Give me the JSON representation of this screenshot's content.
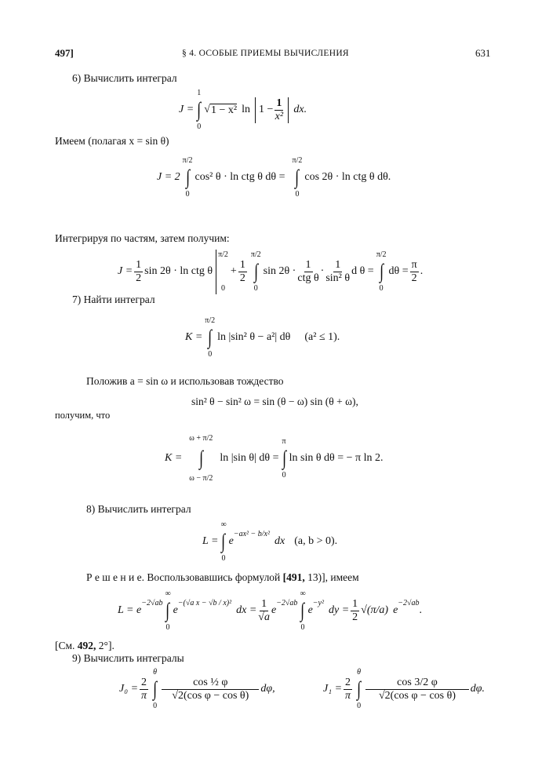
{
  "header": {
    "section": "497]",
    "title": "§ 4. ОСОБЫЕ ПРИЕМЫ ВЫЧИСЛЕНИЯ",
    "page": "631"
  },
  "p6": {
    "label": "6) Вычислить интеграл",
    "f1": {
      "lhs": "J =",
      "upper": "1",
      "lower": "0",
      "root": "√",
      "radicand": "1 − x²",
      "ln": "ln",
      "one": "1 −",
      "num": "1",
      "den": "x²",
      "tail": "dx."
    },
    "text2": "Имеем (полагая x = sin θ)",
    "f2": {
      "lhs": "J = 2",
      "upper": "π/2",
      "lower": "0",
      "body1": "cos² θ · ln ctg θ dθ =",
      "body2": "cos 2θ · ln ctg θ dθ."
    },
    "text3": "Интегрируя по частям, затем получим:",
    "f3": {
      "lhs": "J =",
      "half": "1",
      "two": "2",
      "part1": "sin 2θ · ln ctg θ",
      "evu": "π/2",
      "evl": "0",
      "plus": "+",
      "upper": "π/2",
      "lower": "0",
      "part2": "sin 2θ ·",
      "n1": "1",
      "d1": "ctg θ",
      "dot": "·",
      "n2": "1",
      "d2": "sin² θ",
      "part3": "d θ =",
      "part4": "dθ =",
      "pi": "π",
      "res2": "2",
      "end": "."
    }
  },
  "p7": {
    "label": "7) Найти интеграл",
    "f1": {
      "lhs": "K =",
      "upper": "π/2",
      "lower": "0",
      "body": "ln |sin² θ − a²| dθ",
      "cond": "(a² ≤ 1)."
    },
    "text2": "Положив a = sin ω и использовав тождество",
    "identity": "sin² θ − sin² ω = sin (θ − ω) sin (θ + ω),",
    "text3": "получим, что",
    "f2": {
      "lhs": "K =",
      "upper": "ω + π/2",
      "lower": "ω − π/2",
      "body1": "ln |sin θ| dθ =",
      "upper2": "π",
      "lower2": "0",
      "body2": "ln sin θ dθ = − π ln 2."
    }
  },
  "p8": {
    "label": "8) Вычислить интеграл",
    "f1": {
      "lhs": "L =",
      "upper": "∞",
      "lower": "0",
      "e": "e",
      "exp": "−ax² − b/x²",
      "tail": "dx",
      "cond": "(a, b > 0)."
    },
    "solution_label": "Р е ш е н и е.",
    "solution_text": "Воспользовавшись формулой",
    "ref": "[491,",
    "ref2": "13)], имеем",
    "f2": {
      "lhs": "L = e",
      "exp1": "−2√ab",
      "upper": "∞",
      "lower": "0",
      "e": "e",
      "exp2": "−(√a x − √b / x)²",
      "mid": "dx =",
      "n": "1",
      "d": "√a",
      "e2": "e",
      "exp3": "−2√ab",
      "e3": "e",
      "exp4": "−y²",
      "dy": "dy =",
      "h": "1",
      "h2": "2",
      "sq": "√(π/a)",
      "e4": "e",
      "exp5": "−2√ab",
      "end": "."
    },
    "see": "[См.",
    "see_num": "492,",
    "see_tail": "2°]."
  },
  "p9": {
    "label": "9) Вычислить интегралы",
    "f1": {
      "lhs": "J₀ =",
      "c2": "2",
      "cpi": "π",
      "upper": "θ",
      "lower": "0",
      "num": "cos ½ φ",
      "den": "√2(cos φ − cos θ)",
      "tail": "dφ,"
    },
    "f2": {
      "lhs": "J₁ =",
      "c2": "2",
      "cpi": "π",
      "upper": "θ",
      "lower": "0",
      "num": "cos 3/2 φ",
      "den": "√2(cos φ − cos θ)",
      "tail": "dφ."
    }
  }
}
